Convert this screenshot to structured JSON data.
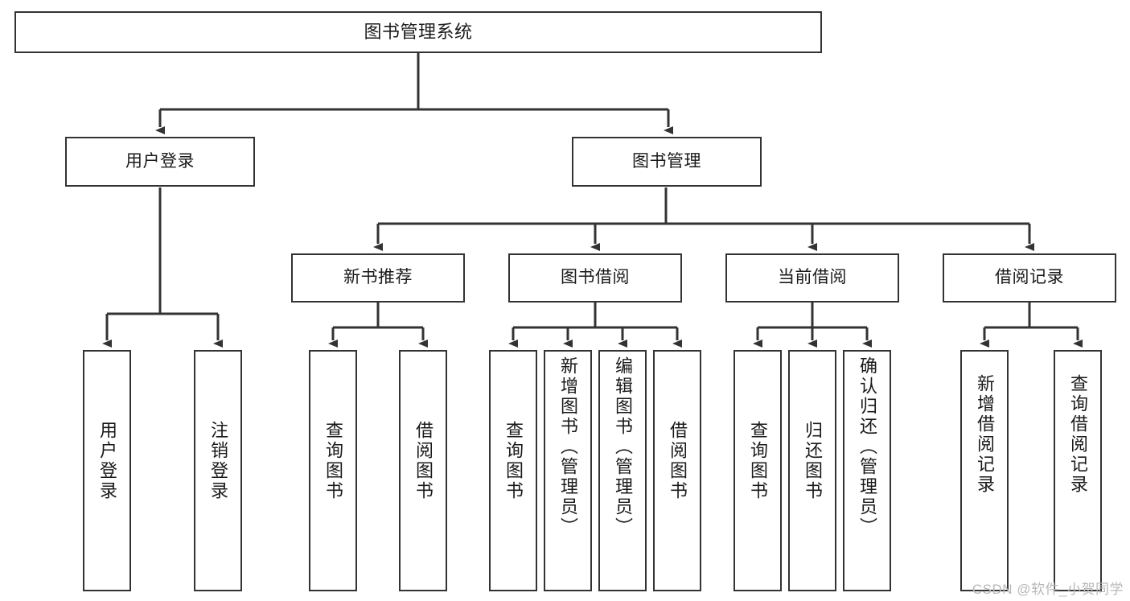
{
  "diagram": {
    "title": "图书管理系统",
    "type": "hierarchy-tree",
    "colors": {
      "box_border": "#333333",
      "box_fill": "#ffffff",
      "connector": "#333333",
      "text": "#1a1a1a",
      "watermark": "#b8b8b8"
    },
    "levels": {
      "root": {
        "label": "图书管理系统"
      },
      "level2": [
        {
          "label": "用户登录"
        },
        {
          "label": "图书管理"
        }
      ],
      "level3": [
        {
          "label": "新书推荐"
        },
        {
          "label": "图书借阅"
        },
        {
          "label": "当前借阅"
        },
        {
          "label": "借阅记录"
        }
      ],
      "leaves": {
        "user_login": [
          {
            "label": "用户登录"
          },
          {
            "label": "注销登录"
          }
        ],
        "new_book_recommend": [
          {
            "label": "查询图书"
          },
          {
            "label": "借阅图书"
          }
        ],
        "book_borrow": [
          {
            "label": "查询图书"
          },
          {
            "label": "新增图书（管理员）"
          },
          {
            "label": "编辑图书（管理员）"
          },
          {
            "label": "借阅图书"
          }
        ],
        "current_borrow": [
          {
            "label": "查询图书"
          },
          {
            "label": "归还图书"
          },
          {
            "label": "确认归还（管理员）"
          }
        ],
        "borrow_records": [
          {
            "label": "新增借阅记录"
          },
          {
            "label": "查询借阅记录"
          }
        ]
      }
    }
  },
  "watermark": {
    "text": "CSDN @软件_小贺同学"
  }
}
